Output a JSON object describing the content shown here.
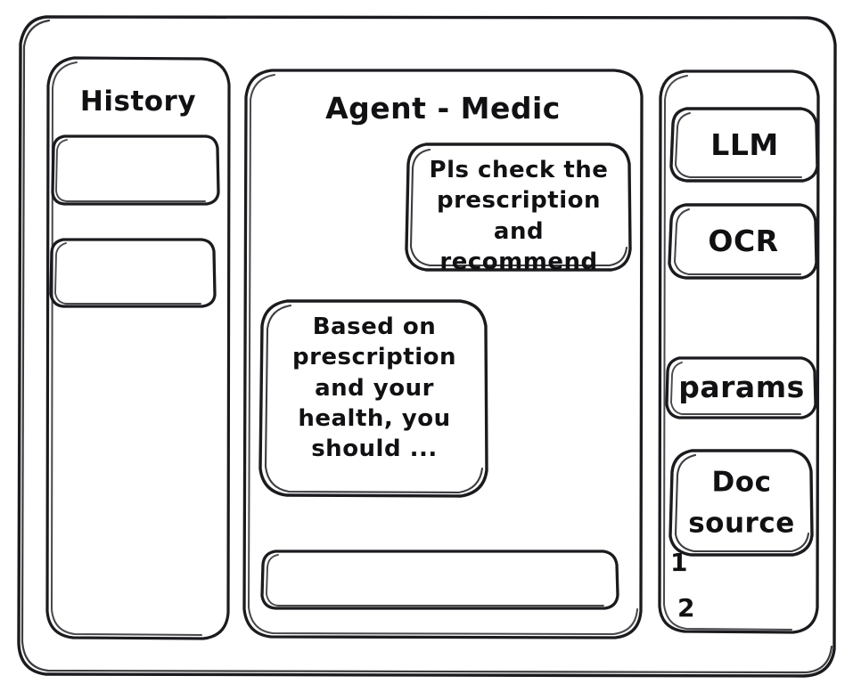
{
  "app": {
    "title": "Agent - Medic",
    "style": "hand-drawn wireframe",
    "stroke_color": "#1b1b1f",
    "background_color": "#ffffff"
  },
  "sidebar_left": {
    "title": "History",
    "items": [
      {
        "label": "",
        "name": "history-item-1"
      },
      {
        "label": "",
        "name": "history-item-2"
      }
    ]
  },
  "main": {
    "title": "Agent - Medic",
    "messages": [
      {
        "role": "user",
        "text": "Pls check the\nprescription\nand recommend"
      },
      {
        "role": "assistant",
        "text": "Based on\nprescription\nand your\nhealth, you\nshould ..."
      }
    ],
    "composer": {
      "value": "",
      "placeholder": ""
    }
  },
  "sidebar_right": {
    "tools": [
      {
        "label": "LLM",
        "name": "tool-llm"
      },
      {
        "label": "OCR",
        "name": "tool-ocr"
      },
      {
        "label": "params",
        "name": "tool-params"
      },
      {
        "label": "Doc\nsource",
        "name": "tool-docsource"
      }
    ],
    "doc_sources": [
      {
        "marker": "1"
      },
      {
        "marker": "2"
      }
    ]
  }
}
